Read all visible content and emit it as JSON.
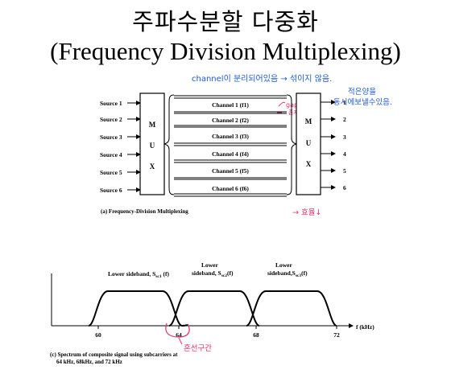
{
  "title_ko": "주파수분할 다중화",
  "title_en": "(Frequency Division Multiplexing)",
  "annotations": {
    "top": "channel이 분리되어있음 → 섞이지 않음.",
    "right_line1": "적은양을",
    "right_line2": "동시에보낼수있음.",
    "gap_line1": "gap",
    "gap_line2": "존재",
    "efficiency": "→ 효율↓",
    "crosstalk": "혼선구간"
  },
  "fdm": {
    "sources": [
      "Source 1",
      "Source 2",
      "Source 3",
      "Source 4",
      "Source 5",
      "Source 6"
    ],
    "channels": [
      "Channel 1 (f1)",
      "Channel 2 (f2)",
      "Channel 3 (f3)",
      "Channel 4 (f4)",
      "Channel 5 (f5)",
      "Channel 6 (f6)"
    ],
    "outputs": [
      "1",
      "2",
      "3",
      "4",
      "5",
      "6"
    ],
    "mux_letters": [
      "M",
      "U",
      "X"
    ],
    "caption": "(a) Frequency-Division Multiplexing"
  },
  "spectrum": {
    "bands": [
      {
        "line1": "Lower sideband, S",
        "sub": "sc1",
        "tail": " (f)"
      },
      {
        "line1": "Lower",
        "line2": "sideband, S",
        "sub": "sc2",
        "tail": "(f)"
      },
      {
        "line1": "Lower",
        "line2": "sideband,S",
        "sub": "sc3",
        "tail": "(f)"
      }
    ],
    "ticks": [
      "60",
      "64",
      "68",
      "72"
    ],
    "axis_label": "f (kHz)",
    "caption_line1": "(c) Spectrum of composite signal using subcarriers at",
    "caption_line2": "64 kHz, 68kHz, and 72 kHz"
  }
}
